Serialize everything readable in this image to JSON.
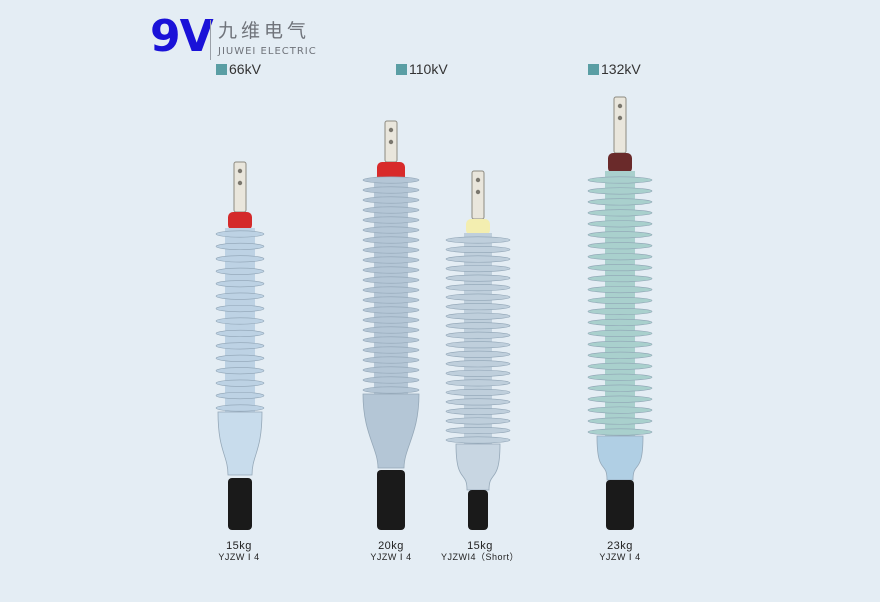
{
  "brand": {
    "mark": "9V",
    "name_cn": "九维电气",
    "name_en": "JIUWEI ELECTRIC"
  },
  "voltage_classes": [
    {
      "label": "66kV"
    },
    {
      "label": "110kV"
    },
    {
      "label": "132kV"
    }
  ],
  "products": [
    {
      "weight": "15kg",
      "model": "YJZW Ⅰ 4",
      "shed_color": "#bdd2e4",
      "stress_cone_color": "#c8dcec",
      "cap_color": "#d42a2a"
    },
    {
      "weight": "20kg",
      "model": "YJZW Ⅰ 4",
      "shed_color": "#b4c6d6",
      "stress_cone_color": "#b4c6d6",
      "cap_color": "#d82a2a"
    },
    {
      "weight": "15kg",
      "model": "YJZWI4（Short）",
      "shed_color": "#bfcfdc",
      "stress_cone_color": "#c8d6e2",
      "cap_color": "#f3eeb0"
    },
    {
      "weight": "23kg",
      "model": "YJZW Ⅰ 4",
      "shed_color": "#a9d0cd",
      "stress_cone_color": "#b0cfe4",
      "cap_color": "#6a2a2a"
    }
  ]
}
